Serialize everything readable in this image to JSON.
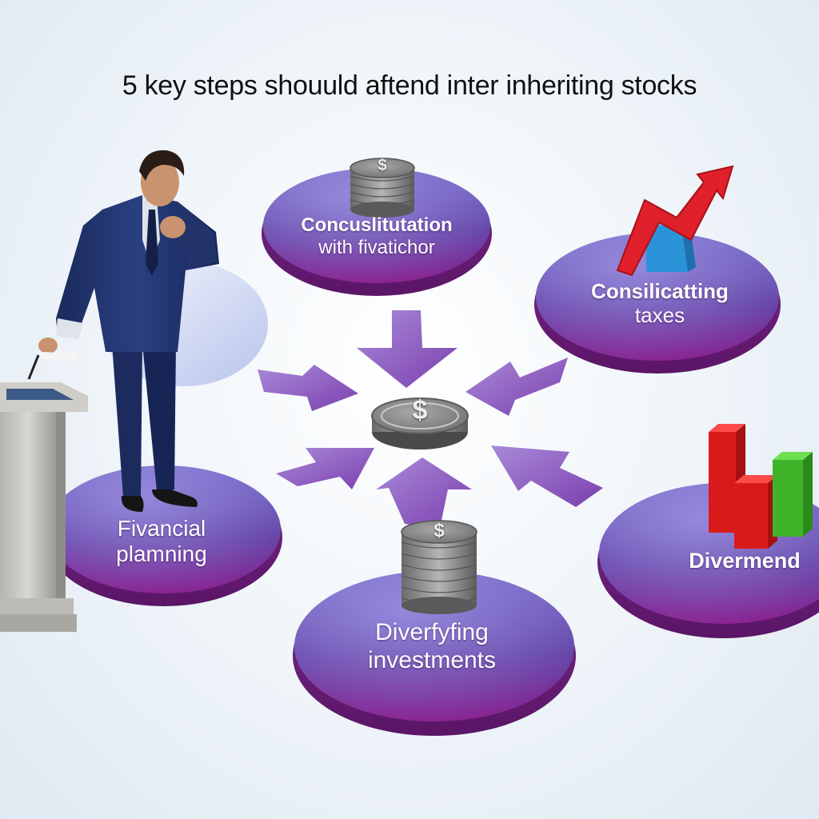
{
  "title": "5 key steps shouuld aftend inter inheriting stocks",
  "steps": [
    {
      "line1": "Concuslitutation",
      "line2": "with fivatichor"
    },
    {
      "line1": "Consilicatting",
      "line2": "taxes"
    },
    {
      "line1": "Fivancial",
      "line2": "plamning"
    },
    {
      "line1": "Diverfyfing",
      "line2": "investments"
    },
    {
      "line1": "Divermend",
      "line2": ""
    }
  ],
  "center_symbol": "$",
  "colors": {
    "disk_top": "#6a58b8",
    "disk_bottom": "#8a1f8e",
    "arrow": "#8e5ab8",
    "coin": "#8d8d8d",
    "red_arrow": "#e0202a",
    "blue_box": "#2a8fd6",
    "bar_red": "#d91a1a",
    "bar_green": "#3fb42a",
    "suit": "#1f2f6a"
  },
  "icons": [
    "coin-stack-icon",
    "red-trend-arrow-icon",
    "bar-chart-icon",
    "person-figure",
    "pedestal-icon"
  ]
}
